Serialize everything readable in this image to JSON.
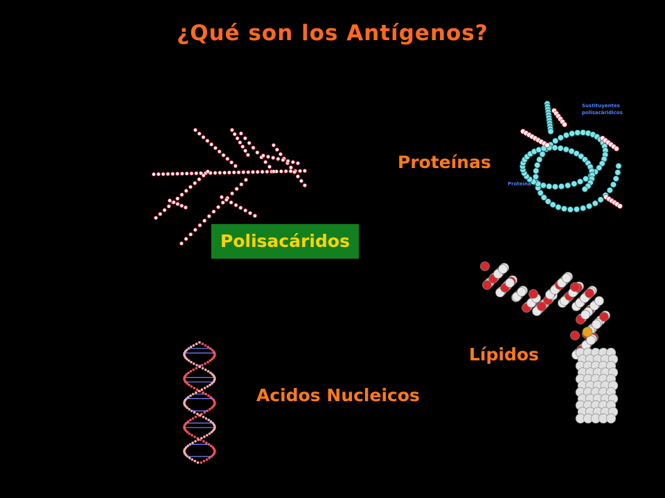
{
  "slide": {
    "title": "¿Qué son los Antígenos?",
    "proteins_label": "Proteínas",
    "polysaccharides_label": "Polisacáridos",
    "lipids_label": "Lípidos",
    "nucleic_acids_label": "Acidos Nucleicos"
  },
  "protein_figure": {
    "label_sustituyentes_1": "Sustituyentes",
    "label_sustituyentes_2": "polisacáridicos",
    "label_proteina": "Proteína"
  },
  "colors": {
    "title": "#ff6a1f",
    "label": "#ff7a1a",
    "highlight_bg": "#12801e",
    "highlight_text": "#ffd400",
    "protein_bead": "#7fe6ea",
    "sugar_bead": "#e0203a",
    "figure_text": "#4f7fff"
  }
}
